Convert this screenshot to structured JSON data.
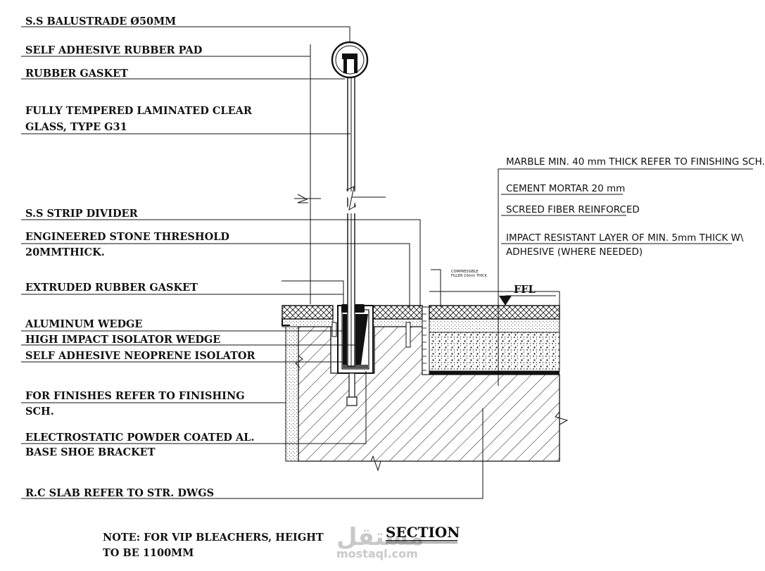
{
  "left_labels": [
    {
      "id": "ss-balustrade",
      "lines": [
        "S.S BALUSTRADE Ø50MM"
      ]
    },
    {
      "id": "self-adhesive-rubber-pad",
      "lines": [
        "SELF ADHESIVE RUBBER PAD"
      ]
    },
    {
      "id": "rubber-gasket",
      "lines": [
        "RUBBER GASKET"
      ]
    },
    {
      "id": "laminated-glass",
      "lines": [
        "FULLY TEMPERED LAMINATED CLEAR",
        "GLASS, TYPE G31"
      ]
    },
    {
      "id": "ss-strip-divider",
      "lines": [
        "S.S STRIP DIVIDER"
      ]
    },
    {
      "id": "stone-threshold",
      "lines": [
        "ENGINEERED STONE THRESHOLD",
        "20MMTHICK."
      ]
    },
    {
      "id": "extruded-rubber-gasket",
      "lines": [
        "EXTRUDED RUBBER GASKET"
      ]
    },
    {
      "id": "aluminum-wedge",
      "lines": [
        "ALUMINUM WEDGE"
      ]
    },
    {
      "id": "isolator-wedge",
      "lines": [
        "HIGH IMPACT ISOLATOR WEDGE"
      ]
    },
    {
      "id": "neoprene-isolator",
      "lines": [
        "SELF ADHESIVE NEOPRENE ISOLATOR"
      ]
    },
    {
      "id": "finishes",
      "lines": [
        "FOR FINISHES REFER TO FINISHING",
        "SCH."
      ]
    },
    {
      "id": "base-shoe-bracket",
      "lines": [
        "ELECTROSTATIC POWDER COATED AL.",
        "BASE SHOE BRACKET"
      ]
    },
    {
      "id": "rc-slab",
      "lines": [
        "R.C SLAB REFER TO STR. DWGS"
      ]
    }
  ],
  "right_labels": [
    {
      "id": "marble",
      "text": "MARBLE  MIN. 40 mm THICK REFER TO FINISHING SCH."
    },
    {
      "id": "cement-mortar",
      "text": "CEMENT MORTAR 20 mm"
    },
    {
      "id": "screed",
      "text": "SCREED FIBER REINFORCED"
    },
    {
      "id": "impact-layer-1",
      "text": "IMPACT RESISTANT LAYER OF MIN. 5mm THICK W\\"
    },
    {
      "id": "impact-layer-2",
      "text": "ADHESIVE (WHERE NEEDED)"
    }
  ],
  "filler_note": [
    "COMPRESSIBLE",
    "FILLER 10mm THICK"
  ],
  "ffl_label": "FFL",
  "section_title": "SECTION",
  "note": [
    "NOTE: FOR VIP BLEACHERS, HEIGHT",
    "TO BE 1100MM"
  ],
  "watermark": {
    "arabic": "مستقل",
    "latin": "mostaql.com"
  }
}
